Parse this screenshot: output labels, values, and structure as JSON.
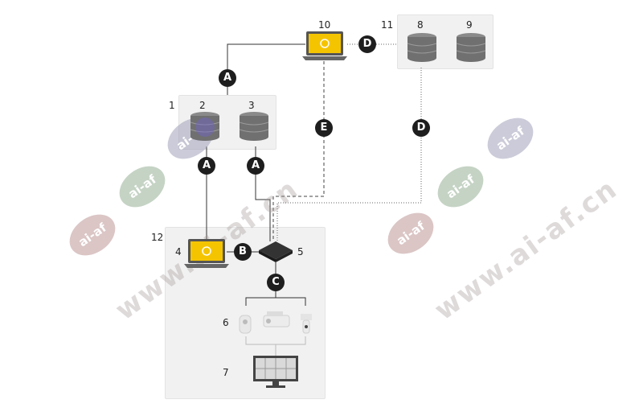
{
  "components": {
    "storage_group": "1",
    "primary_storage": "2",
    "secondary_storage": "3",
    "recorder_laptop": "4",
    "switch": "5",
    "cameras": "6",
    "monitor": "7",
    "cloud_storage_a": "8",
    "cloud_storage_b": "9",
    "remote_laptop": "10",
    "cloud_site": "11",
    "local_site": "12"
  },
  "connections": {
    "a_top": "A",
    "a_left": "A",
    "a_right": "A",
    "b": "B",
    "c": "C",
    "d_top": "D",
    "d_right": "D",
    "e": "E"
  },
  "watermark": {
    "site": "www.ai-af.cn",
    "logo": "ai-af"
  }
}
